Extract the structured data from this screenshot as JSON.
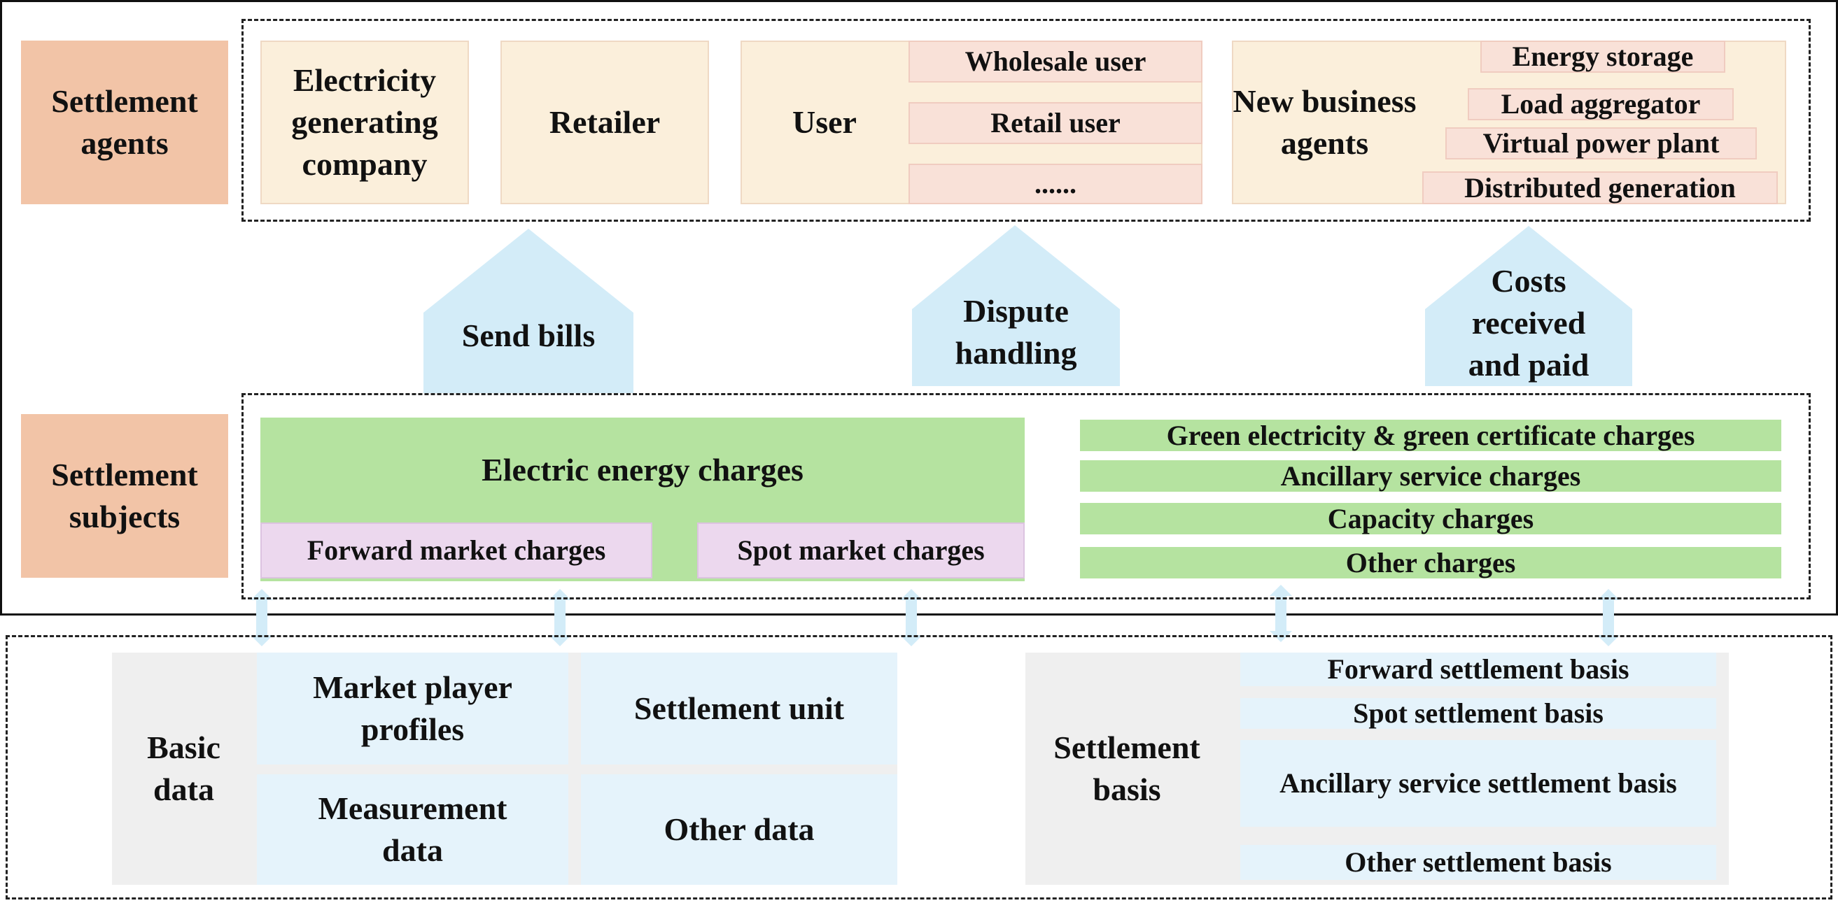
{
  "agents": {
    "label": "Settlement agents",
    "generating_company": "Electricity generating company",
    "retailer": "Retailer",
    "user": "User",
    "user_types": [
      "Wholesale user",
      "Retail user",
      "......"
    ],
    "new_agents": "New business agents",
    "new_agent_types": [
      "Energy storage",
      "Load aggregator",
      "Virtual power plant",
      "Distributed generation"
    ]
  },
  "actions": {
    "send_bills": "Send bills",
    "dispute": "Dispute handling",
    "costs": "Costs received and paid"
  },
  "subjects": {
    "label": "Settlement subjects",
    "energy": "Electric energy charges",
    "forward": "Forward market charges",
    "spot": "Spot market charges",
    "other_charges": [
      "Green electricity & green certificate charges",
      "Ancillary service charges",
      "Capacity charges",
      "Other charges"
    ]
  },
  "basic": {
    "label": "Basic data",
    "profiles": "Market player profiles",
    "unit": "Settlement unit",
    "measurement": "Measurement data",
    "other": "Other data"
  },
  "basis": {
    "label": "Settlement basis",
    "items": [
      "Forward settlement basis",
      "Spot settlement basis",
      "Ancillary service settlement basis",
      "Other settlement basis"
    ]
  },
  "colors": {
    "salmon": "#f2c4a7",
    "cream": "#fbefdb",
    "pink": "#f9e1d8",
    "green": "#b5e3a0",
    "lavender": "#ecd8ee",
    "arrow_blue": "#d3ecf8",
    "light_blue": "#e5f3fb",
    "grey": "#efefef"
  }
}
